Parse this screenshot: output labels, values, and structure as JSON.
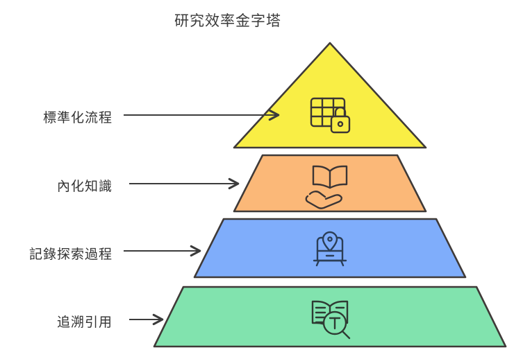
{
  "diagram": {
    "title": "研究效率金字塔",
    "type": "pyramid",
    "background_color": "#FFFFFF",
    "text_color": "#333333",
    "outline_color": "#3F3A38",
    "tiers": [
      {
        "level": 1,
        "position": "top",
        "label": "標準化流程",
        "fill_color": "#F9EE45",
        "icon": "table-lock-icon",
        "icon_description": "spreadsheet table with padlock"
      },
      {
        "level": 2,
        "position": "upper-middle",
        "label": "內化知識",
        "fill_color": "#FBB878",
        "icon": "book-in-hand-icon",
        "icon_description": "open book above an open hand"
      },
      {
        "level": 3,
        "position": "lower-middle",
        "label": "記錄探索過程",
        "fill_color": "#7FADFB",
        "icon": "pin-cabinet-icon",
        "icon_description": "map pin above a filing cabinet"
      },
      {
        "level": 4,
        "position": "bottom",
        "label": "追溯引用",
        "fill_color": "#81E3AE",
        "icon": "book-search-icon",
        "icon_description": "open book with magnifying glass containing letter T"
      }
    ],
    "connectors": [
      {
        "name": "arrow-to-tier-1",
        "from_label": "標準化流程",
        "to_tier": 1
      },
      {
        "name": "arrow-to-tier-2",
        "from_label": "內化知識",
        "to_tier": 2
      },
      {
        "name": "arrow-to-tier-3",
        "from_label": "記錄探索過程",
        "to_tier": 3
      },
      {
        "name": "arrow-to-tier-4",
        "from_label": "追溯引用",
        "to_tier": 4
      }
    ]
  }
}
